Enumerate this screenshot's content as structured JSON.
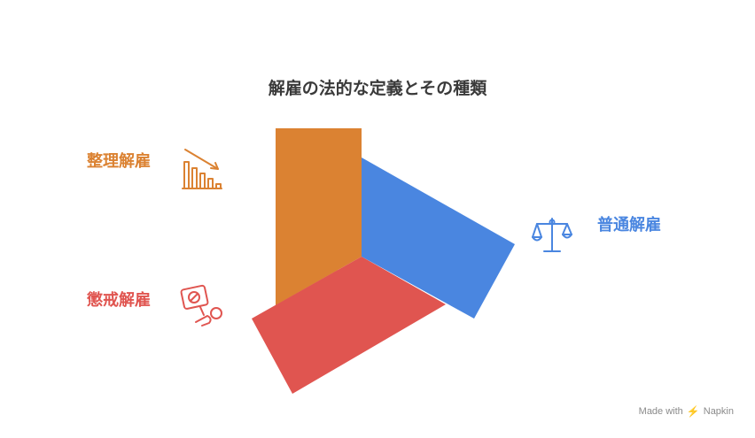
{
  "title": "解雇の法的な定義とその種類",
  "items": [
    {
      "label": "整理解雇",
      "color": "#db8232",
      "icon": "declining-bar-chart-icon"
    },
    {
      "label": "普通解雇",
      "color": "#4a86e0",
      "icon": "balance-scale-icon"
    },
    {
      "label": "懲戒解雇",
      "color": "#e05550",
      "icon": "prohibition-sign-icon"
    }
  ],
  "footer": {
    "made_with": "Made with",
    "brand": "Napkin"
  }
}
